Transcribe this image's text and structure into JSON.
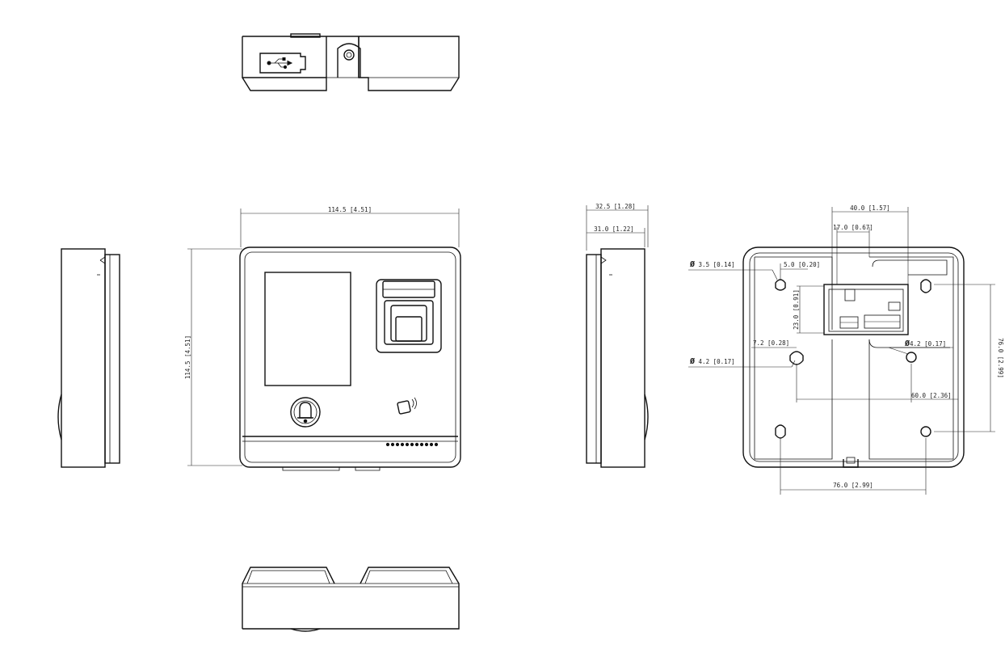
{
  "dimensions": {
    "front_width": "114.5 [4.51]",
    "front_height": "114.5 [4.51]",
    "side_depth_outer": "32.5 [1.28]",
    "side_depth_inner": "31.0 [1.22]",
    "back_top_width": "40.0 [1.57]",
    "back_top_inner": "17.0 [0.67]",
    "hole_small": "3.5 [0.14]",
    "hole_small_offset": "5.0 [0.20]",
    "back_box_height": "23.0 [0.91]",
    "hole_left": "4.2 [0.17]",
    "hole_left_offset": "7.2 [0.28]",
    "hole_right": "4.2 [0.17]",
    "back_mid_width": "60.0 [2.36]",
    "back_bottom_width": "76.0 [2.99]",
    "back_right_height": "76.0 [2.99]"
  },
  "symbols": {
    "diameter": "Ø"
  },
  "icons": {
    "usb": "usb-icon",
    "bell": "bell-icon",
    "card": "card-icon"
  }
}
